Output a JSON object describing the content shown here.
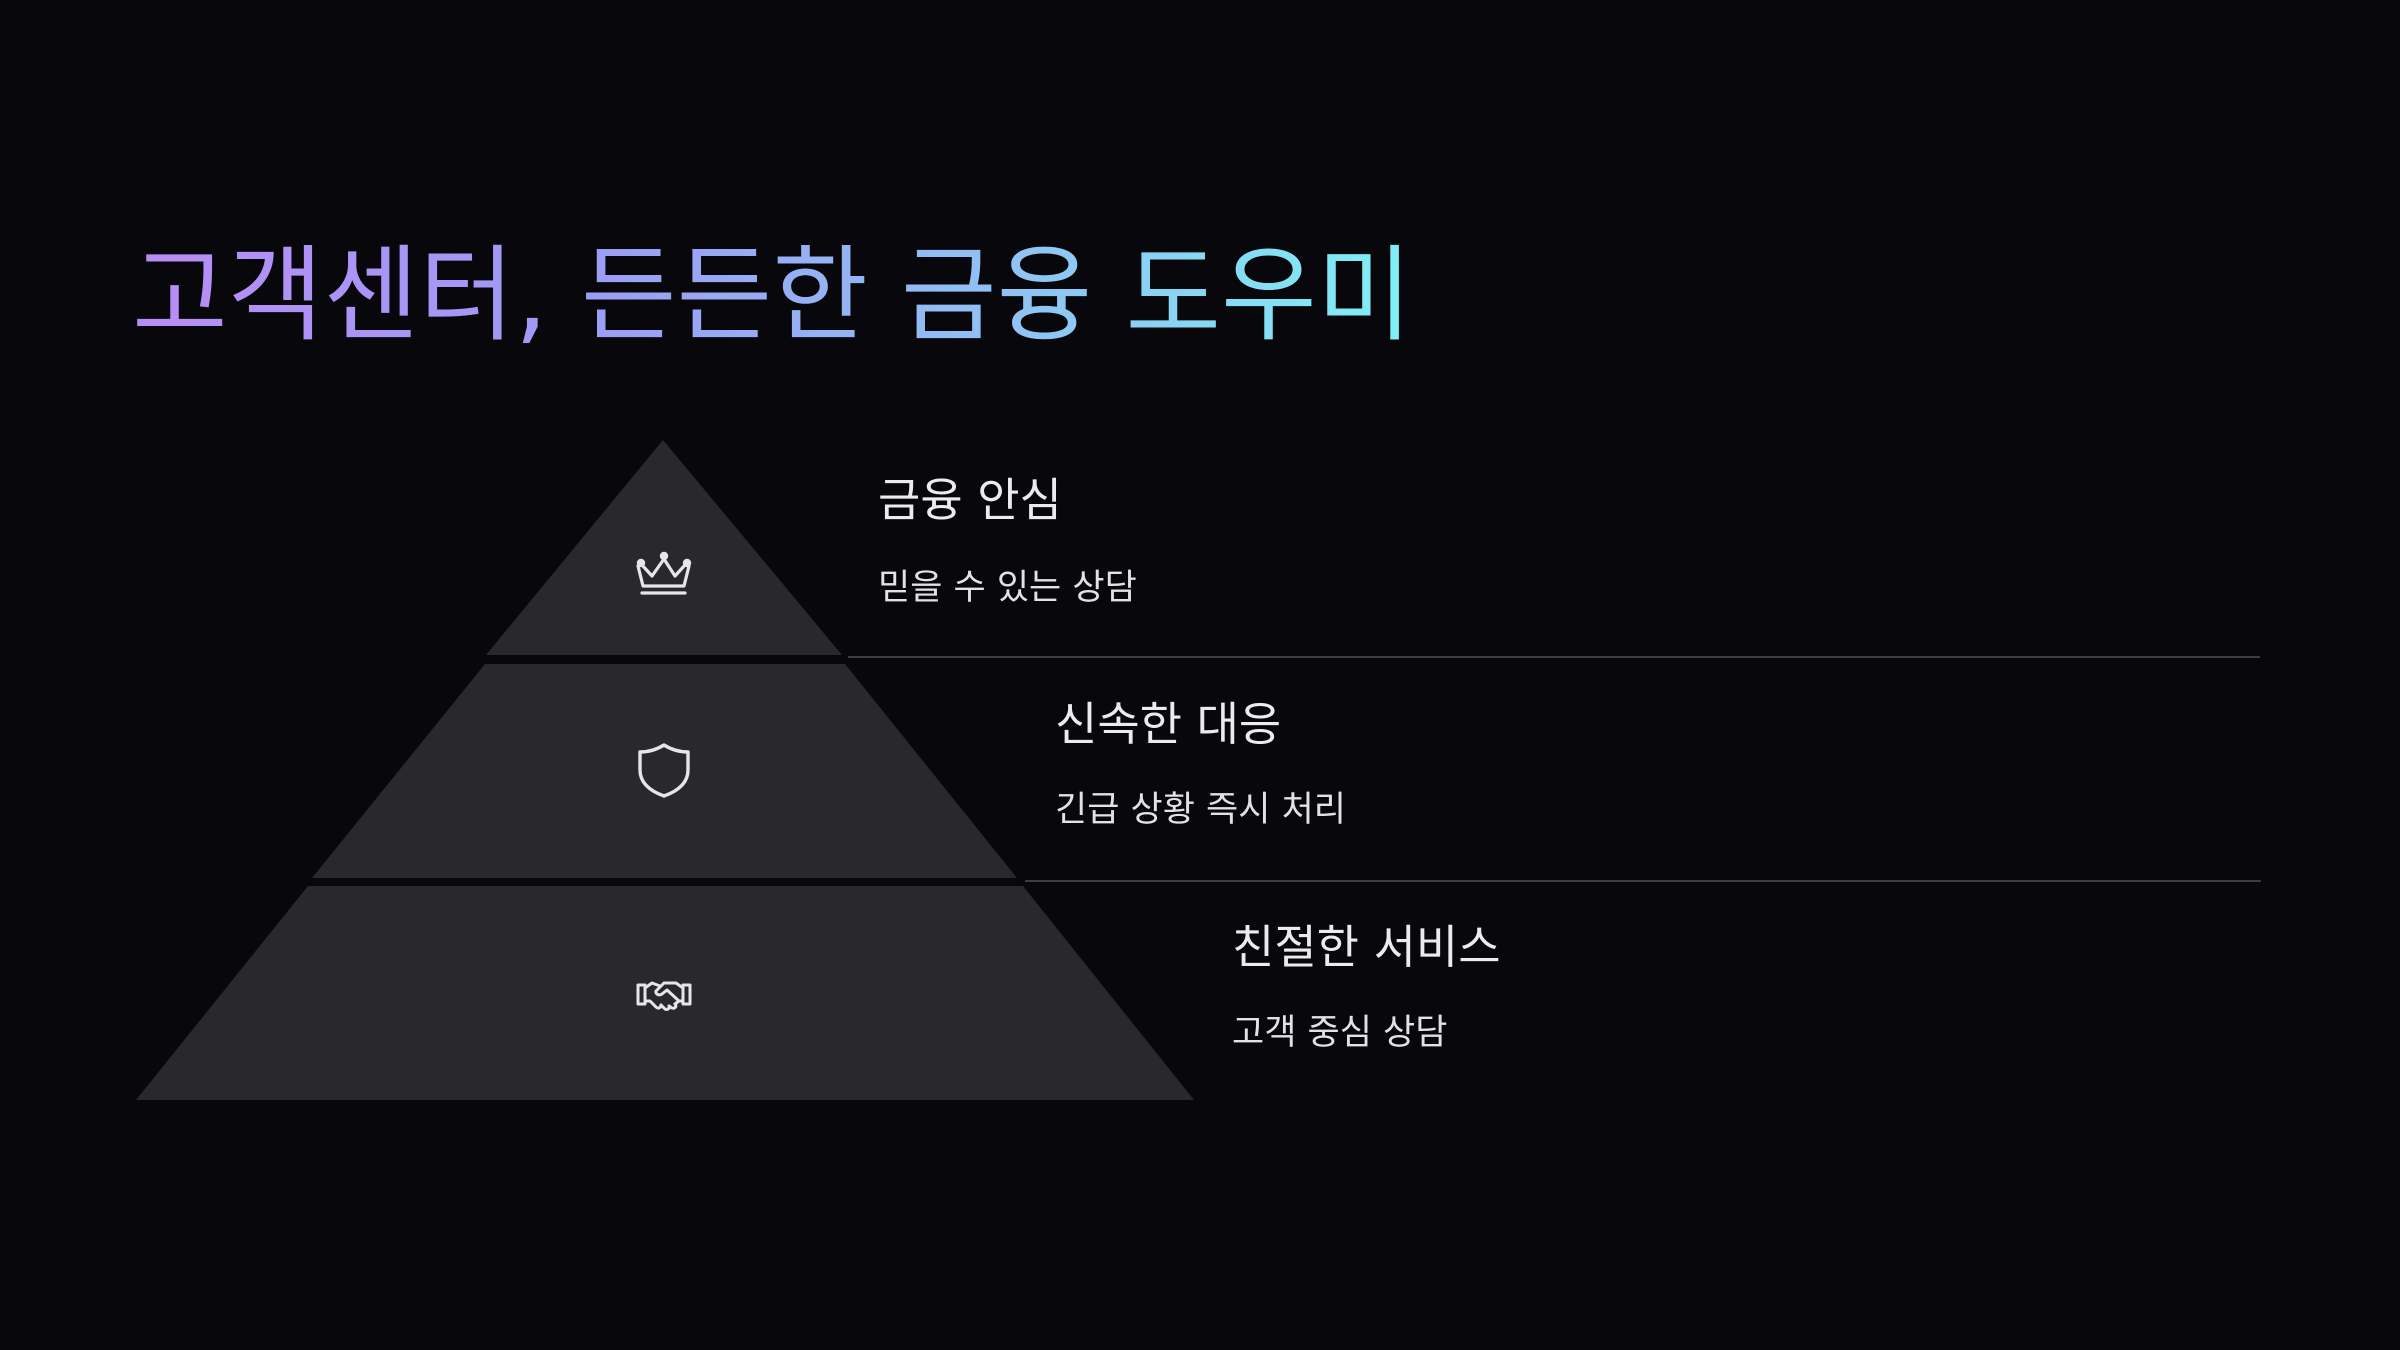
{
  "title": "고객센터, 든든한 금융 도우미",
  "tiers": [
    {
      "heading": "금융 안심",
      "sub": "믿을 수 있는 상담",
      "icon": "crown-icon"
    },
    {
      "heading": "신속한 대응",
      "sub": "긴급 상황 즉시 처리",
      "icon": "shield-icon"
    },
    {
      "heading": "친절한 서비스",
      "sub": "고객 중심 상담",
      "icon": "handshake-icon"
    }
  ],
  "colors": {
    "background": "#08080c",
    "tier_fill": "#28282d",
    "title_gradient": [
      "#b98cf6",
      "#7ff0f4"
    ],
    "text": "#ebebef",
    "divider": "#3c3c44"
  }
}
